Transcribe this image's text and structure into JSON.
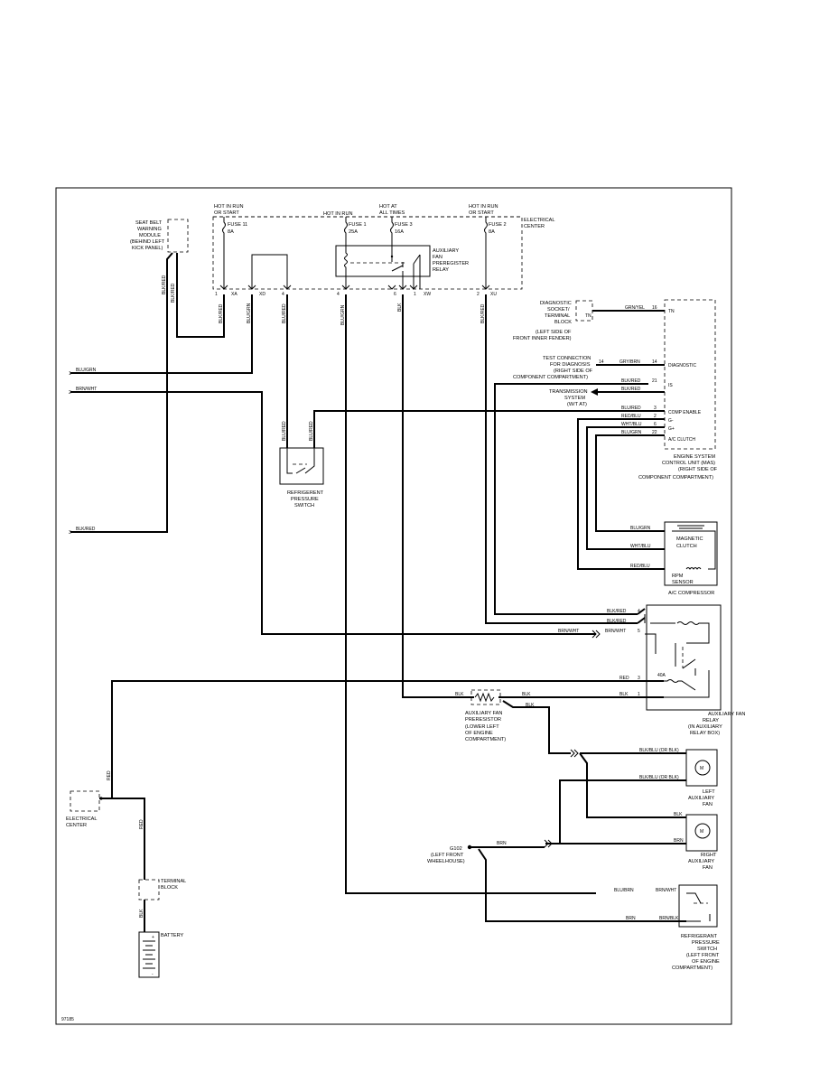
{
  "diagram": {
    "page_code": "97185",
    "electrical_center_top": {
      "name_l1": "ELECTRICAL",
      "name_l2": "CENTER",
      "header_run_start_left_l1": "HOT IN RUN",
      "header_run_start_left_l2": "OR START",
      "header_hot_in_run": "HOT IN RUN",
      "header_all_times_l1": "HOT AT",
      "header_all_times_l2": "ALL TIMES",
      "header_run_start_right_l1": "HOT IN RUN",
      "header_run_start_right_l2": "OR START",
      "fuse11_l1": "FUSE 11",
      "fuse11_l2": "8A",
      "fuse1_l1": "FUSE 1",
      "fuse1_l2": "25A",
      "fuse3_l1": "FUSE 3",
      "fuse3_l2": "16A",
      "fuse2_l1": "FUSE 2",
      "fuse2_l2": "8A",
      "relay_l1": "AUXILIARY",
      "relay_l2": "FAN",
      "relay_l3": "PREREGISTER",
      "relay_l4": "RELAY",
      "pin1": "1",
      "conn_xa": "XA",
      "conn_xd": "XD",
      "pin4": "4",
      "pin4b": "4",
      "pin6": "6",
      "pin1b": "1",
      "conn_xw": "XW",
      "pin2": "2",
      "conn_xu": "XU"
    },
    "seat_belt_module": {
      "l1": "SEAT BELT",
      "l2": "WARNING",
      "l3": "MODULE",
      "l4": "(BEHIND LEFT",
      "l5": "KICK PANEL)"
    },
    "wire_labels": {
      "blk_red_a": "BLK/RED",
      "blk_red_b": "BLK/RED",
      "blk_red_c": "BLK/RED",
      "blu_grn_a": "BLU/GRN",
      "blu_red_a": "BLU/RED",
      "blu_grn_b": "BLU/GRN",
      "blk_a": "BLK",
      "blk_red_d": "BLK/RED",
      "blu_red_sw1": "BLU/RED",
      "blu_red_sw2": "BLU/RED",
      "red_vert": "RED",
      "red_vert2": "RED",
      "blk_vert": "BLK"
    },
    "left_terminals": {
      "t1_num": "1",
      "t1_wire": "BLU/GRN",
      "t2_num": "2",
      "t2_wire": "BRN/WHT",
      "t3_num": "3",
      "t3_wire": "BLK/RED"
    },
    "refrigerant_switch_top": {
      "l1": "REFRIGERENT",
      "l2": "PRESSURE",
      "l3": "SWITCH"
    },
    "diag_socket": {
      "l1": "DIAGNOSTIC",
      "l2": "SOCKET/",
      "l3": "TERMINAL",
      "l4": "BLOCK",
      "l5": "(LEFT SIDE OF",
      "l6": "FRONT INNER FENDER)",
      "pin_tn": "TN",
      "wire": "GRN/YEL",
      "num": "16"
    },
    "test_connection": {
      "l1": "TEST CONNECTION",
      "l2": "FOR DIAGNOSIS",
      "l3": "(RIGHT SIDE OF",
      "l4": "COMPONENT COMPARTMENT)",
      "num_left": "14",
      "wire": "GRY/BRN",
      "num_right": "14"
    },
    "transmission": {
      "l1": "TRANSMISSION",
      "l2": "SYSTEM",
      "l3": "(W/T AT)"
    },
    "ecu": {
      "label_diagnostic": "DIAGNOSTIC",
      "label_is": "IS",
      "label_comp_enable": "COMP ENABLE",
      "label_g_minus": "G-",
      "label_g_plus": "G+",
      "label_ac_clutch": "A/C CLUTCH",
      "name_l1": "ENGINE SYSTEM",
      "name_l2": "CONTROL UNIT (MAS)",
      "name_l3": "(RIGHT SIDE OF",
      "name_l4": "COMPONENT COMPARTMENT)",
      "rows": [
        {
          "wire": "BLK/RED",
          "pin": "21"
        },
        {
          "wire": "BLK/RED",
          "pin": ""
        },
        {
          "wire": "BLU/RED",
          "pin": "3"
        },
        {
          "wire": "RED/BLU",
          "pin": "2"
        },
        {
          "wire": "WHT/BLU",
          "pin": "6"
        },
        {
          "wire": "BLU/GRN",
          "pin": "22"
        }
      ]
    },
    "ac_compressor": {
      "name": "A/C COMPRESSOR",
      "clutch_l1": "MAGNETIC",
      "clutch_l2": "CLUTCH",
      "sensor_l1": "RPM",
      "sensor_l2": "SENSOR",
      "wire_blu_grn": "BLU/GRN",
      "wire_wht_blu": "WHT/BLU",
      "wire_red_blu": "RED/BLU"
    },
    "aux_fan_relay": {
      "name_l1": "AUXILIARY FAN",
      "name_l2": "RELAY",
      "name_l3": "(IN AUXILIARY",
      "name_l4": "RELAY BOX)",
      "fuse": "40A",
      "rows": [
        {
          "wire": "BLK/RED",
          "pin": "4"
        },
        {
          "wire": "BLK/RED",
          "pin": ""
        },
        {
          "wire": "BRN/WHT",
          "wire2": "BRN/WHT",
          "pin": "5"
        },
        {
          "wire": "RED",
          "pin": "3"
        },
        {
          "wire": "BLK",
          "pin": "1"
        }
      ]
    },
    "preresistor": {
      "l1": "AUXILIARY FAN",
      "l2": "PRERESISTOR",
      "l3": "(LOWER LEFT",
      "l4": "OF ENGINE",
      "l5": "COMPARTMENT)",
      "wire_left": "BLK",
      "wire_right": "BLK",
      "wire_down": "BLK"
    },
    "left_fan": {
      "l1": "LEFT",
      "l2": "AUXILIARY",
      "l3": "FAN",
      "wire_top": "BLK/BLU (OR BLK)",
      "wire_bottom": "BLK/BLU (OR BLK)",
      "motor": "M"
    },
    "right_fan": {
      "l1": "RIGHT",
      "l2": "AUXILIARY",
      "l3": "FAN",
      "wire_top": "BLK",
      "wire_bottom": "BRN",
      "motor": "M"
    },
    "ground": {
      "l1": "G102",
      "l2": "(LEFT FRONT",
      "l3": "WHEELHOUSE)",
      "wire": "BRN"
    },
    "refrigerant_switch_bottom": {
      "l1": "REFRIGERANT",
      "l2": "PRESSURE",
      "l3": "SWITCH",
      "l4": "(LEFT FRONT",
      "l5": "OF ENGINE",
      "l6": "COMPARTMENT)",
      "wire_top_a": "BLU/BRN",
      "wire_top_b": "BRN/WHT",
      "wire_bot_a": "BRN",
      "wire_bot_b": "BRN/BLK"
    },
    "electrical_center_left": {
      "l1": "ELECTRICAL",
      "l2": "CENTER"
    },
    "terminal_block": {
      "l1": "TERMINAL",
      "l2": "BLOCK"
    },
    "battery": {
      "label": "BATTERY",
      "plus": "+",
      "minus": "-"
    }
  }
}
